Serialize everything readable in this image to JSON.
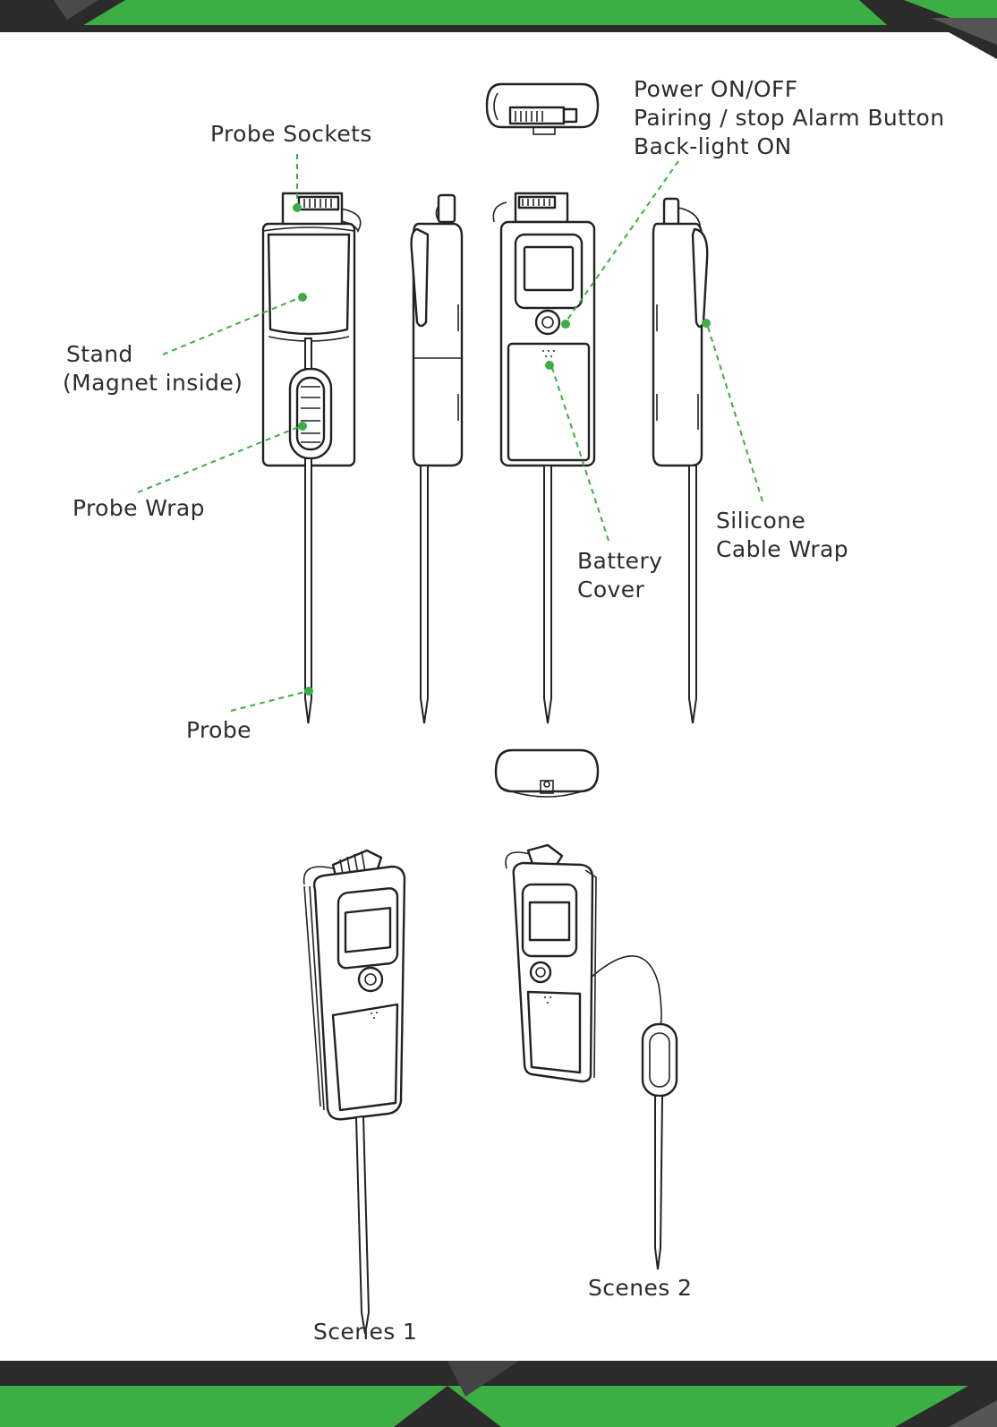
{
  "colors": {
    "accent_green": "#3dae43",
    "band_dark": "#2b2b2b",
    "line": "#222222"
  },
  "labels": {
    "probe_sockets": "Probe Sockets",
    "power_line1": "Power ON/OFF",
    "power_line2": "Pairing / stop Alarm Button",
    "power_line3": "Back-light ON",
    "stand_line1": "Stand",
    "stand_line2": "(Magnet inside)",
    "probe_wrap": "Probe Wrap",
    "battery_line1": "Battery",
    "battery_line2": "Cover",
    "silicone_line1": "Silicone",
    "silicone_line2": "Cable Wrap",
    "probe": "Probe",
    "scenes1": "Scenes 1",
    "scenes2": "Scenes 2"
  }
}
